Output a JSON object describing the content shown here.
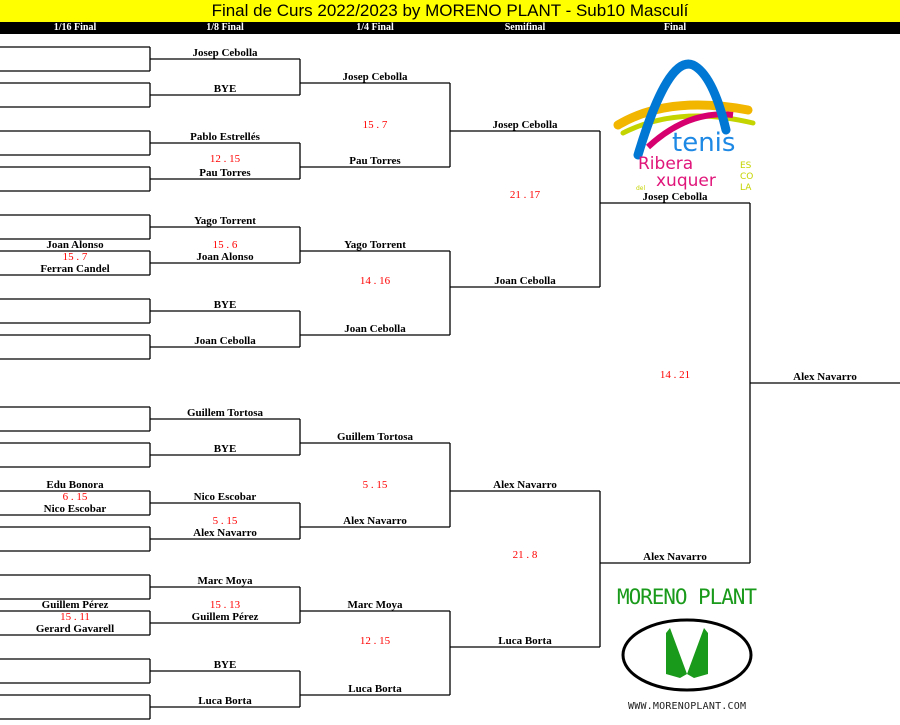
{
  "header": {
    "title": "Final de Curs 2022/2023 by MORENO PLANT - Sub10 Masculí"
  },
  "rounds": [
    "1/16 Final",
    "1/8 Final",
    "1/4 Final",
    "Semifinal",
    "Final"
  ],
  "r16": {
    "m6_top": "Joan Alonso",
    "m6_score": "15 . 7",
    "m6_bottom": "Ferran Candel",
    "m11_top": "Edu Bonora",
    "m11_score": "6 . 15",
    "m11_bottom": "Nico Escobar",
    "m14_top": "Guillem Pérez",
    "m14_score": "15 . 11",
    "m14_bottom": "Gerard Gavarell"
  },
  "r8": {
    "names": [
      "Josep Cebolla",
      "BYE",
      "Pablo Estrellés",
      "Pau Torres",
      "Yago Torrent",
      "Joan Alonso",
      "BYE",
      "Joan Cebolla",
      "Guillem Tortosa",
      "BYE",
      "Nico Escobar",
      "Alex Navarro",
      "Marc Moya",
      "Guillem Pérez",
      "BYE",
      "Luca Borta"
    ],
    "scores": [
      "12 . 15",
      "15 . 6",
      "5 . 15",
      "15 . 13"
    ]
  },
  "r4": {
    "names": [
      "Josep Cebolla",
      "Pau Torres",
      "Yago Torrent",
      "Joan Cebolla",
      "Guillem Tortosa",
      "Alex Navarro",
      "Marc Moya",
      "Luca Borta"
    ],
    "scores": [
      "15 . 7",
      "14 . 16",
      "5 . 15",
      "12 . 15"
    ]
  },
  "semi": {
    "names": [
      "Josep Cebolla",
      "Joan Cebolla",
      "Alex Navarro",
      "Luca Borta"
    ],
    "scores": [
      "21 . 17",
      "21 . 8"
    ]
  },
  "final": {
    "names": [
      "Josep Cebolla",
      "Alex Navarro"
    ],
    "score": "14 . 21"
  },
  "champion": "Alex Navarro",
  "logos": {
    "tenis": {
      "word": "tenis",
      "ribera": "Ribera",
      "del": "del",
      "xuquer": "xuquer",
      "escola": [
        "ES",
        "CO",
        "LA"
      ]
    },
    "moreno": {
      "name": "MORENO PLANT",
      "url": "WWW.MORENOPLANT.COM"
    }
  },
  "colors": {
    "header_bg": "#ffff00",
    "score": "#ff0000",
    "moreno_green": "#1a9a1a"
  }
}
